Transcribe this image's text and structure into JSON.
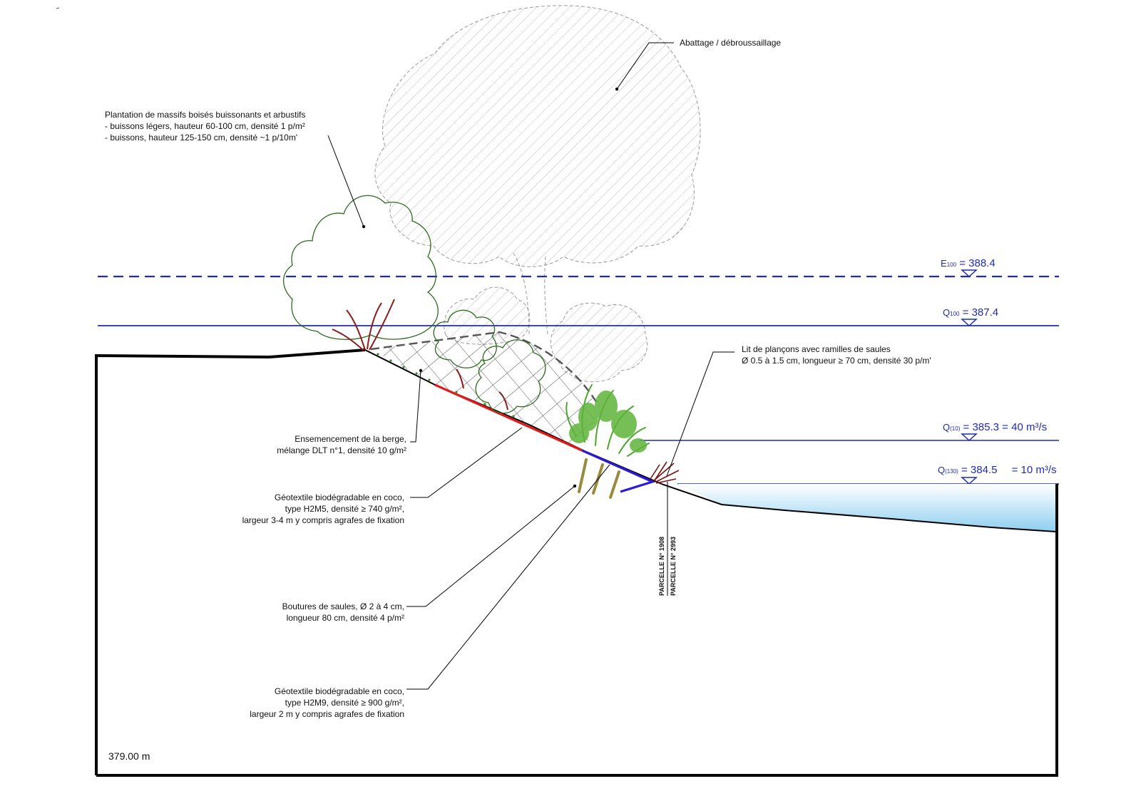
{
  "labels": {
    "abattage": "Abattage / débroussaillage",
    "plantation": {
      "l1": "Plantation de massifs boisés buissonants et arbustifs",
      "l2": "- buissons légers, hauteur 60-100 cm, densité 1 p/m²",
      "l3": "- buissons, hauteur 125-150 cm, densité ~1 p/10m'"
    },
    "lit": {
      "l1": "Lit de plançons avec ramilles de saules",
      "l2": "Ø 0.5 à 1.5 cm, longueur ≥ 70 cm, densité 30 p/m'"
    },
    "ensemencement": {
      "l1": "Ensemencement de la berge,",
      "l2": "mélange DLT n°1, densité 10 g/m²"
    },
    "geotextile1": {
      "l1": "Géotextile biodégradable en coco,",
      "l2": "type H2M5, densité ≥ 740 g/m²,",
      "l3": "largeur 3-4 m y compris agrafes de fixation"
    },
    "boutures": {
      "l1": "Boutures de saules, Ø 2 à 4 cm,",
      "l2": "longueur 80 cm, densité 4 p/m²"
    },
    "geotextile2": {
      "l1": "Géotextile biodégradable en coco,",
      "l2": "type H2M9, densité ≥ 900 g/m²,",
      "l3": "largeur 2 m y compris agrafes de fixation"
    },
    "parcelle1": "PARCELLE N° 1908",
    "parcelle2": "PARCELLE N° 2993",
    "reference": "379.00 m"
  },
  "levels": {
    "e100": {
      "sym": "E",
      "sub": "100",
      "value": "= 388.4"
    },
    "q100": {
      "sym": "Q",
      "sub": "100",
      "value": "= 387.4"
    },
    "q10": {
      "sym": "Q",
      "sub": "(10)",
      "value": "= 385.3",
      "flow": "= 40 m³/s"
    },
    "q130": {
      "sym": "Q",
      "sub": "(130)",
      "value": "= 384.5",
      "flow": "= 10 m³/s"
    }
  },
  "colors": {
    "water_line": "#1f2bb4",
    "geotextile_h2m5": "#e01b1b",
    "geotextile_h2m9": "#2a1bd6",
    "shrub_outline": "#2e6b1f",
    "willow_green": "#4ea52e",
    "reed_red": "#8b1a1a",
    "water_top": "#ffffff",
    "water_bottom": "#8ecff0"
  }
}
